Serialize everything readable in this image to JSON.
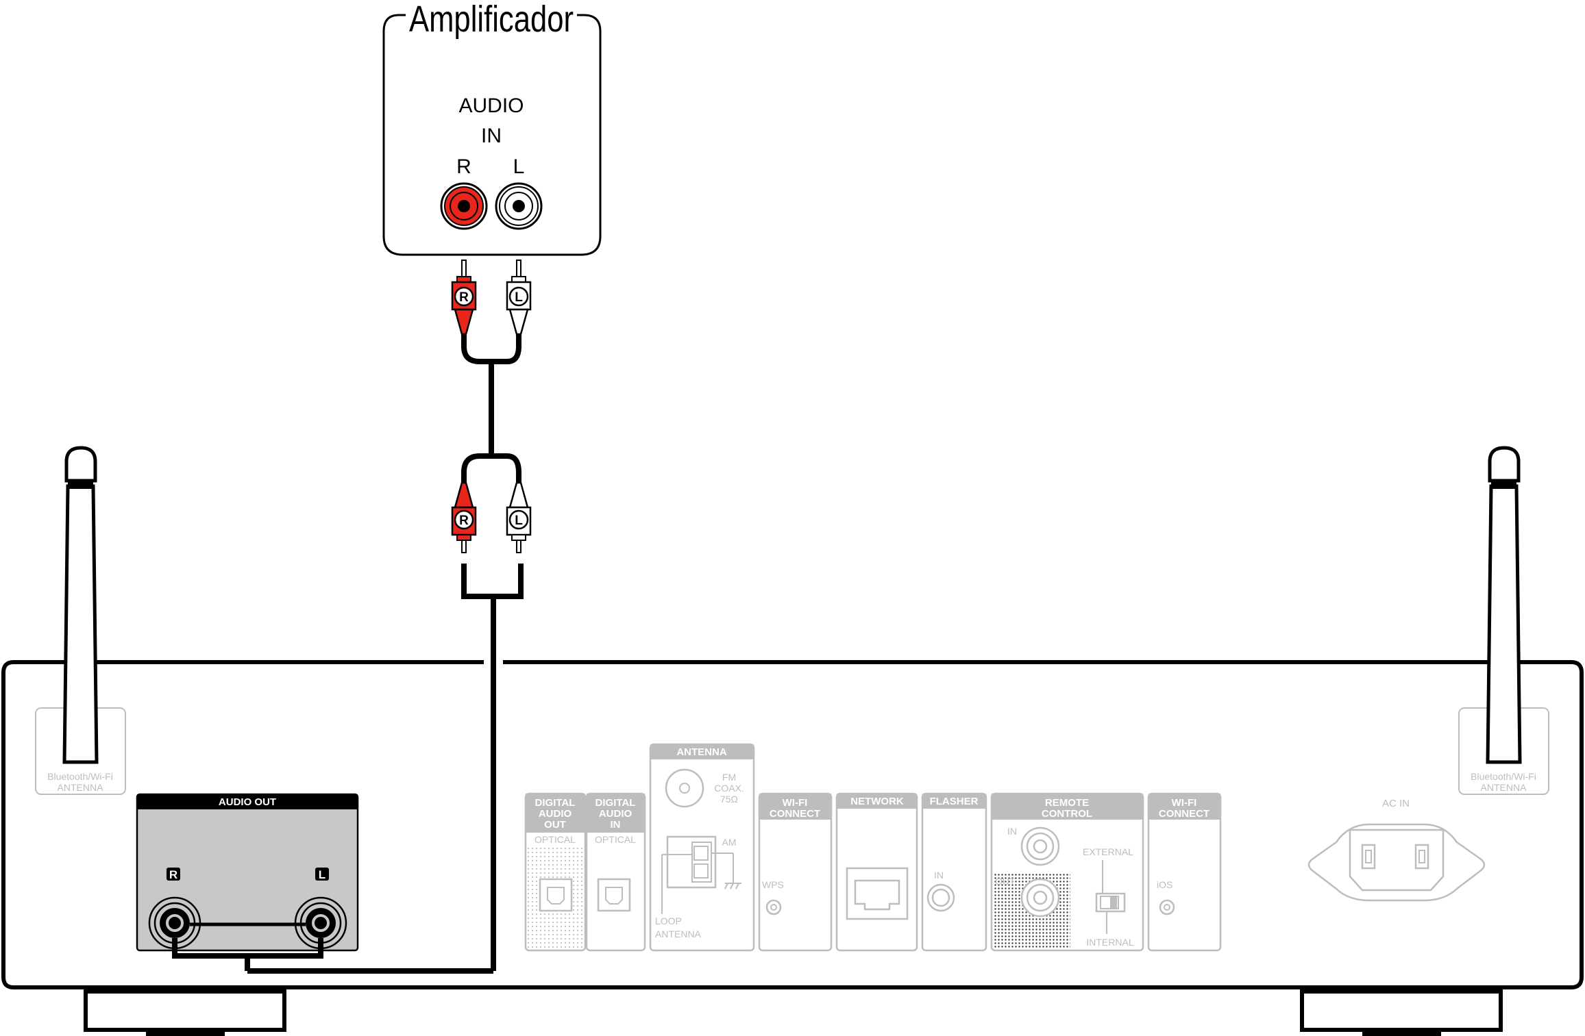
{
  "amplifier": {
    "title": "Amplificador",
    "audio_label": "AUDIO",
    "in_label": "IN",
    "r_label": "R",
    "l_label": "L"
  },
  "cable": {
    "plug_r_letter": "R",
    "plug_l_letter": "L"
  },
  "player": {
    "antenna_label_line1": "Bluetooth/Wi-Fi",
    "antenna_label_line2": "ANTENNA",
    "audio_out": {
      "header": "AUDIO OUT",
      "r_label": "R",
      "l_label": "L"
    },
    "digital_out": {
      "line1": "DIGITAL",
      "line2": "AUDIO",
      "line3": "OUT",
      "sub": "OPTICAL"
    },
    "digital_in": {
      "line1": "DIGITAL",
      "line2": "AUDIO",
      "line3": "IN",
      "sub": "OPTICAL"
    },
    "antenna_panel": {
      "header": "ANTENNA",
      "fm_line1": "FM",
      "fm_line2": "COAX.",
      "fm_line3": "75Ω",
      "am_label": "AM",
      "loop_line1": "LOOP",
      "loop_line2": "ANTENNA"
    },
    "wifi_connect_1": {
      "line1": "WI-FI",
      "line2": "CONNECT",
      "button": "WPS"
    },
    "network": {
      "header": "NETWORK"
    },
    "flasher": {
      "header": "FLASHER",
      "in_label": "IN"
    },
    "remote_control": {
      "line1": "REMOTE",
      "line2": "CONTROL",
      "in_label": "IN",
      "out_label": "OUT",
      "external_label": "EXTERNAL",
      "internal_label": "INTERNAL"
    },
    "wifi_connect_2": {
      "line1": "WI-FI",
      "line2": "CONNECT",
      "button": "iOS"
    },
    "ac_in": {
      "label": "AC IN"
    }
  },
  "colors": {
    "red_jack": "#e8261c",
    "panel_gray": "#bdbdbd",
    "audio_out_fill": "#c8c8c8",
    "outline": "#000000"
  }
}
